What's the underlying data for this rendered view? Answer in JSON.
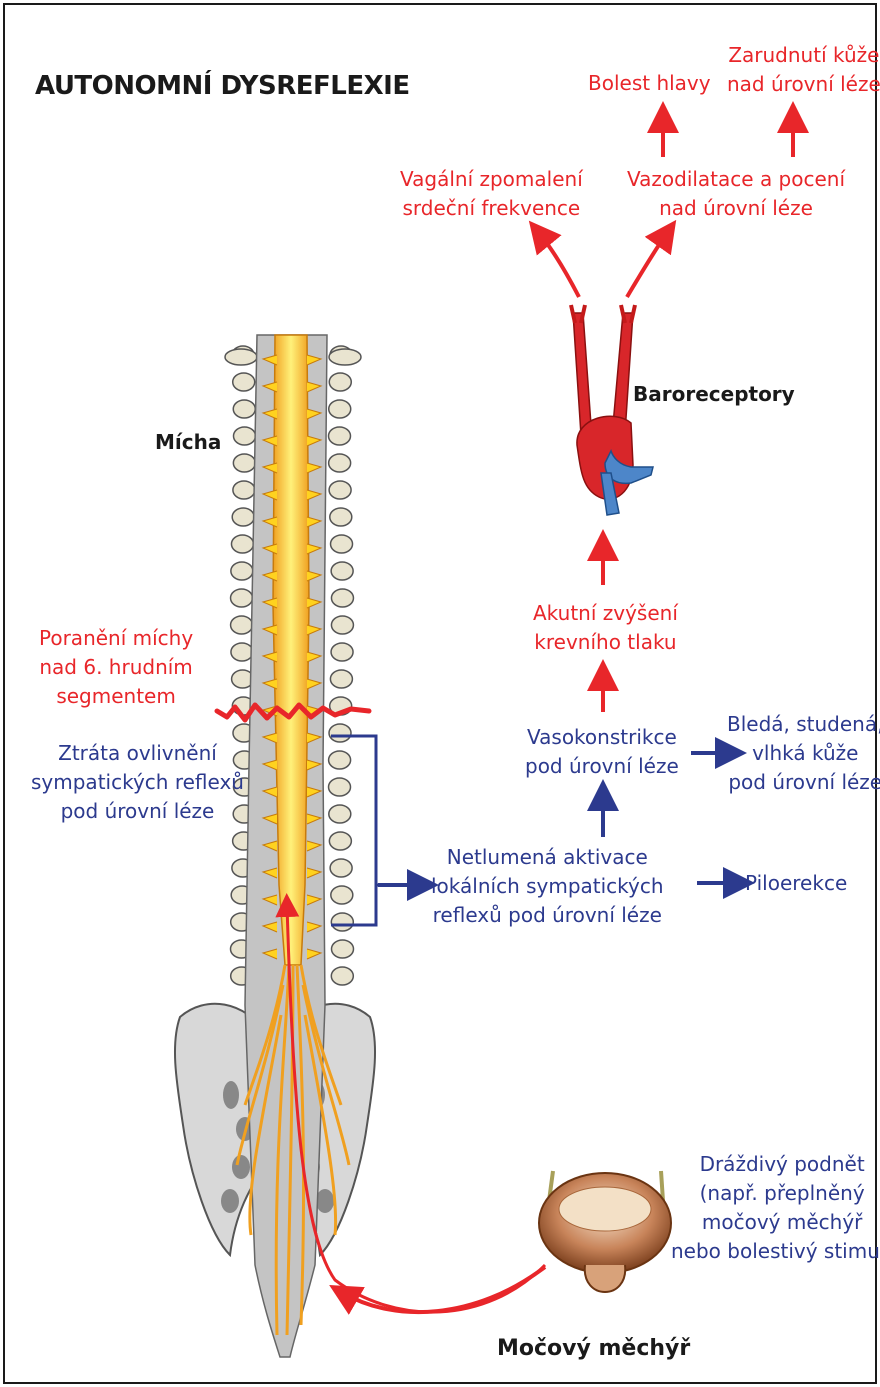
{
  "title": "AUTONOMNÍ DYSREFLEXIE",
  "labels": {
    "bolest_hlavy": "Bolest hlavy",
    "zarudnuti": [
      "Zarudnutí kůže",
      "nad úrovní léze"
    ],
    "vagalni": [
      "Vagální zpomalení",
      "srdeční frekvence"
    ],
    "vazodilatace": [
      "Vazodilatace a pocení",
      "nad úrovní léze"
    ],
    "baroreceptory": "Baroreceptory",
    "micha": "Mícha",
    "akutni": [
      "Akutní zvýšení",
      "krevního tlaku"
    ],
    "poraneni": [
      "Poranění míchy",
      "nad 6. hrudním",
      "segmentem"
    ],
    "ztrata": [
      "Ztráta ovlivnění",
      "sympatických  reflexů",
      "pod úrovní léze"
    ],
    "vasokonstrikce": [
      "Vasokonstrikce",
      "pod úrovní léze"
    ],
    "bleda": [
      "Bledá, studená,",
      "vlhká kůže",
      "pod úrovní léze"
    ],
    "netlumena": [
      "Netlumená aktivace",
      "lokálních sympatických",
      "reflexů  pod úrovní léze"
    ],
    "piloerekce": "Piloerekce",
    "drazdivy": [
      "Dráždivý podnět",
      "(např. přeplněný",
      "močový měchýř",
      "nebo bolestivý stimul)"
    ],
    "mocovy": "Močový měchýř"
  },
  "colors": {
    "red": "#e8262a",
    "blue": "#2c3a8e",
    "cord_yellow": "#ffd21f",
    "cord_orange": "#f0a020",
    "bone": "#e9e4d0",
    "grey": "#c4c4c4"
  }
}
